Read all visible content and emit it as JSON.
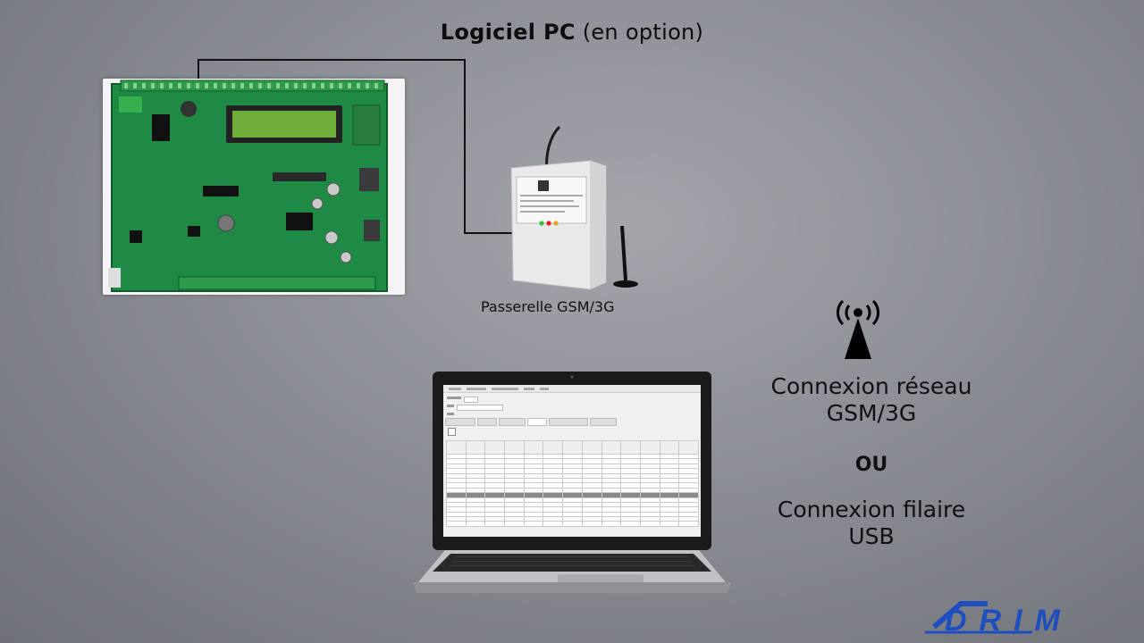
{
  "header": {
    "title_strong": "Logiciel PC",
    "title_rest": "(en option)"
  },
  "gsm_gateway": {
    "label": "Passerelle GSM/3G"
  },
  "connections": {
    "network_line1": "Connexion réseau",
    "network_line2": "GSM/3G",
    "or_label": "OU",
    "wired_line1": "Connexion filaire",
    "wired_line2": "USB"
  },
  "logo": {
    "text": "DRIM",
    "color": "#1f4fbf"
  },
  "colors": {
    "pcb_green": "#1f8a45",
    "lcd_green": "#6fae3a",
    "led_green": "#2fbf3a",
    "led_red": "#e02020",
    "led_orange": "#f0a020"
  }
}
